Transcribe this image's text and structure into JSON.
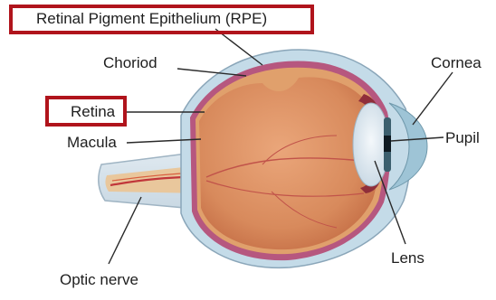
{
  "diagram": {
    "labels": {
      "rpe": "Retinal Pigment Epithelium (RPE)",
      "choriod": "Choriod",
      "cornea": "Cornea",
      "retina": "Retina",
      "pupil": "Pupil",
      "macula": "Macula",
      "lens": "Lens",
      "optic_nerve": "Optic nerve"
    },
    "highlighted_labels": [
      "Retinal Pigment Epithelium (RPE)",
      "Retina"
    ],
    "colors": {
      "highlight_box": "#b0141c",
      "vitreous": "#d9875c",
      "choroid": "#b6577f",
      "sclera": "#c4dbe8",
      "label_text": "#1e1e1e"
    }
  }
}
